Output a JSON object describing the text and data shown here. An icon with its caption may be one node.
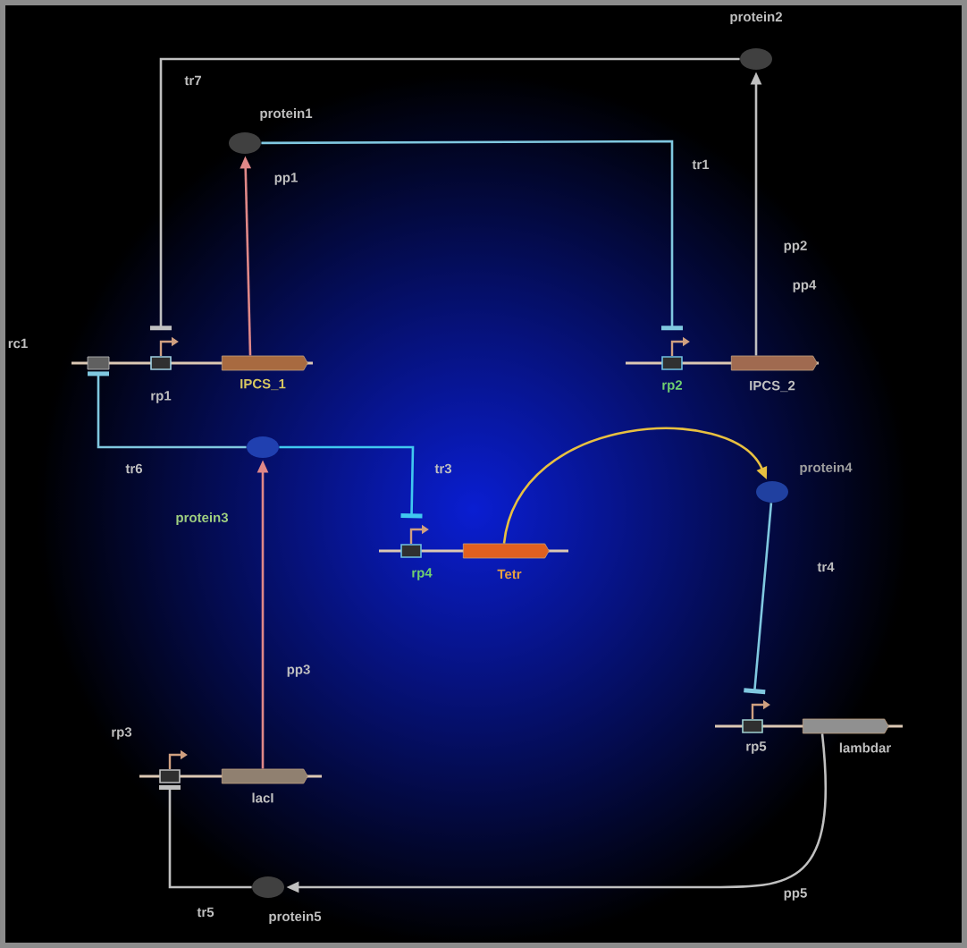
{
  "diagram": {
    "nodes": [
      {
        "text": [
          "protein2"
        ]
      },
      {
        "text": [
          "protein1"
        ]
      },
      {
        "text": [
          "IPCS_1"
        ]
      },
      {
        "text": [
          "rp1"
        ]
      },
      {
        "text": [
          "rc1"
        ]
      },
      {
        "text": [
          "protein3"
        ]
      },
      {
        "text": [
          "rp2"
        ]
      },
      {
        "text": [
          "IPCS_2"
        ]
      },
      {
        "text": [
          "rp4"
        ]
      },
      {
        "text": [
          "Tetr"
        ]
      },
      {
        "text": [
          "protein4"
        ]
      },
      {
        "text": [
          "rp5"
        ]
      },
      {
        "text": [
          "lambdar"
        ]
      },
      {
        "text": [
          "rp3"
        ]
      },
      {
        "text": [
          "lacI"
        ]
      },
      {
        "text": [
          "protein5"
        ]
      }
    ],
    "edges": [
      {
        "from": 2,
        "to": 1,
        "arrow": "to",
        "label": "pp1",
        "color": "#e08888"
      },
      {
        "from": 0,
        "to": 3,
        "arrow": "other",
        "label": "tr7"
      },
      {
        "from": 1,
        "to": 6,
        "arrow": "other",
        "label": "tr1",
        "color": "#80c8e0"
      },
      {
        "from": 7,
        "to": 0,
        "arrow": "to",
        "label": "pp2"
      },
      {
        "from": 5,
        "to": 4,
        "arrow": "other",
        "label": "tr6",
        "color": "#80c8e0"
      },
      {
        "from": 5,
        "to": 8,
        "arrow": "other",
        "label": "tr3",
        "color": "#40c8f0"
      },
      {
        "from": 14,
        "to": 5,
        "arrow": "to",
        "label": "pp3",
        "color": "#e08888"
      },
      {
        "from": 9,
        "to": 10,
        "arrow": "to",
        "color": "#e8c040"
      },
      {
        "from": 10,
        "to": 11,
        "arrow": "other",
        "label": "tr4",
        "color": "#80c8e0"
      },
      {
        "from": 12,
        "to": 15,
        "arrow": "to",
        "label": "pp5"
      },
      {
        "from": 15,
        "to": 13,
        "arrow": "other",
        "label": "tr5"
      }
    ],
    "labels": [
      "pp4"
    ]
  }
}
